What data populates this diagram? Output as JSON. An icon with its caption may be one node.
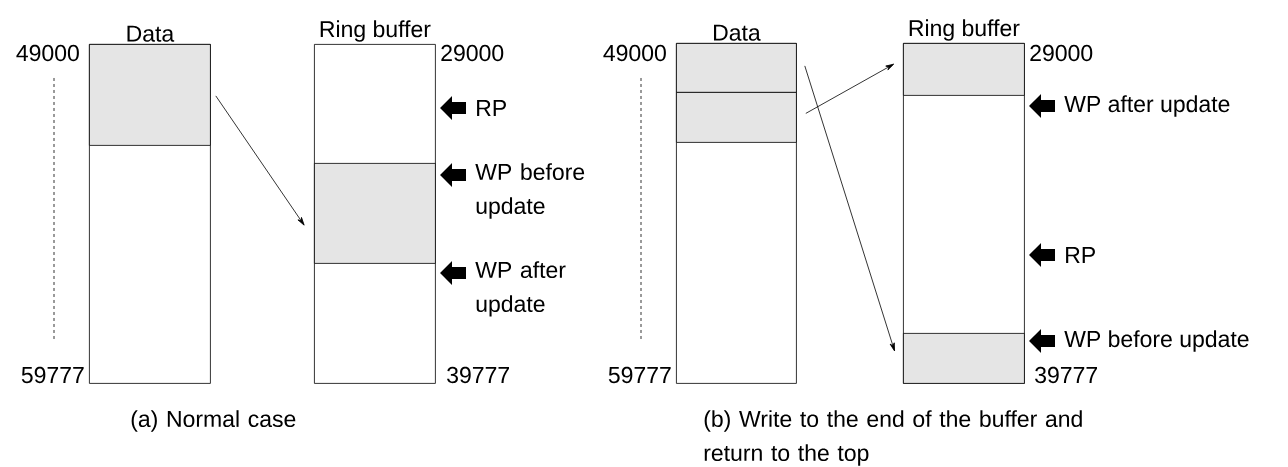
{
  "diagram": {
    "nodes": [
      {
        "text": [
          "Data"
        ]
      },
      {
        "text": [],
        "shape": "box",
        "in": 0
      },
      {
        "text": [
          "Ring buffer"
        ]
      },
      {
        "text": [],
        "shape": "box",
        "in": 2
      },
      {
        "text": [
          "Data"
        ]
      },
      {
        "text": [],
        "shape": "box",
        "in": 4
      },
      {
        "text": [],
        "shape": "box",
        "in": 4
      },
      {
        "text": [
          "Ring buffer"
        ]
      },
      {
        "text": [],
        "shape": "box",
        "in": 7
      },
      {
        "text": [],
        "shape": "box",
        "in": 7
      }
    ],
    "edges": [
      {
        "from": 1,
        "to": 3,
        "arrow": "to"
      },
      {
        "from": 6,
        "to": 8,
        "arrow": "to"
      },
      {
        "from": 5,
        "to": 9,
        "arrow": "to"
      }
    ],
    "labels": [
      "49000",
      "29000",
      "RP",
      "WP before update",
      "WP after update",
      "59777",
      "39777",
      "49000",
      "29000",
      "WP after update",
      "RP",
      "WP before update",
      "59777",
      "39777",
      "(a) Normal case",
      "(b) Write to the end of the buffer and return to the top"
    ]
  }
}
